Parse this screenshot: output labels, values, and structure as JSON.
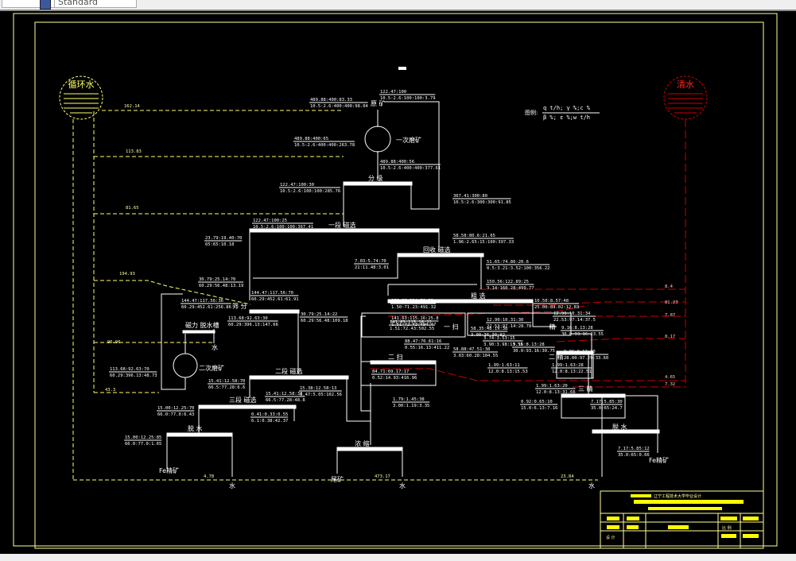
{
  "toolbar": {
    "style_combo": "Standard"
  },
  "drawing": {
    "title_mark": "",
    "colors": {
      "background": "#000000",
      "frame": "#ffff99",
      "process": "#ffffff",
      "circulating_water": "#ffff66",
      "clean_water": "#cc0000",
      "title_block_fill": "#ffff00"
    },
    "water_sources": {
      "circulating": "循环水",
      "clean": "清水"
    },
    "legend": {
      "label": "图例:",
      "top": "q  t/h; γ  %;c  %",
      "bottom": "β  %; ε  %;w t/h"
    },
    "nodes": {
      "raw_ore": "原 矿",
      "primary_grinding": "一次磨矿",
      "classification": "分  级",
      "stage1_mag": "一段   磁选",
      "recovery_mag": "回收   磁选",
      "rough": "粗   选",
      "sieve": "筛     分",
      "mag_dewater": "磁力  脱水槽",
      "water_1": "水",
      "secondary_grinding": "二次磨矿",
      "stage2_mag": "二段      磁选",
      "stage3_mag": "三段   磁选",
      "dewater_left": "脱    水",
      "fe_conc_left": "Fe精矿",
      "concentrate": "浓    缩",
      "tailings": "尾矿",
      "sweep1": "一   扫",
      "sweep2": "二   扫",
      "clean1": "一   精",
      "clean2": "二   精",
      "clean3": "三   精",
      "dewater_right": "脱    水",
      "fe_conc_right": "Fe精矿",
      "water_out": "水"
    },
    "flows": [
      {
        "id": "raw_top",
        "l1": "122.47:100",
        "l2": "10.5:2.6:100:100:3.79"
      },
      {
        "id": "mill1_in",
        "l1": "489.88:400:83.33",
        "l2": "10.5:2.6:400:400:98.04"
      },
      {
        "id": "mill1_feed",
        "l1": "489.88:400:65",
        "l2": "10.5:2.6:400:400:263.78"
      },
      {
        "id": "mill1_out",
        "l1": "489.88:400:56",
        "l2": "10.5:2.6:400:400:377.61"
      },
      {
        "id": "class_over",
        "l1": "122.47:100:30",
        "l2": "10.5:2.6:100:100:285.76"
      },
      {
        "id": "class_under",
        "l1": "367.41:300:80",
        "l2": "10.5:2.6:300:300:91.85"
      },
      {
        "id": "stage1_feed",
        "l1": "122.47:100:25",
        "l2": "10.5:2.6:100:100:367.41"
      },
      {
        "id": "stage1_tail",
        "l1": "58.58:80.6:21.65",
        "l2": "1.96:2.65:15:100:397.33"
      },
      {
        "id": "stage1_conc",
        "l1": "23.79:19.40:70",
        "l2": "65:65:10.18"
      },
      {
        "id": "rec_conc",
        "l1": "7.03:5.74:70",
        "l2": "21:11.48:3.01"
      },
      {
        "id": "rec_tail",
        "l1": "51.65:74.86:20.6",
        "l2": "0.5:3.21:3.52:100:356.22"
      },
      {
        "id": "rough_feed",
        "l1": "150.56:122.89:25",
        "l2": "3.14:160.28:499.77"
      },
      {
        "id": "rough_feed2",
        "l1": "160.06:114.38:22",
        "l2": "1.50:71.23:491.32"
      },
      {
        "id": "rough_tail",
        "l1": "141.63:115.16:25.8",
        "l2": "1.51:72.43:494.47"
      },
      {
        "id": "sweep1_feed",
        "l1": "141.63:115.16:22",
        "l2": "1.51:72.43:502.55"
      },
      {
        "id": "sweep1_conc",
        "l1": "88.47:70.61:16",
        "l2": "0.55:16.13:411.22"
      },
      {
        "id": "sweep1_tail",
        "l1": "58.35:48.19:38",
        "l2": "3.00:36.30:92"
      },
      {
        "id": "sweep2_mid",
        "l1": "58.88:47.51:38",
        "l2": "3.03:60.28:104.55"
      },
      {
        "id": "sweep2_feed",
        "l1": "84.71:69.17:17",
        "l2": "0.52:14.93:416.96"
      },
      {
        "id": "sweep2_out",
        "l1": "1.79:1.45:38",
        "l2": "3.00:1.19:3.35"
      },
      {
        "id": "rough_conc",
        "l1": "12.90:10.31:30",
        "l2": "22.53:97.14:28.78"
      },
      {
        "id": "clean1_in",
        "l1": "10.50:8.57:48",
        "l2": "25.00:89.02:12.83"
      },
      {
        "id": "clean1_feed",
        "l1": "12.90:10.31:34",
        "l2": "22.53:97.14:37.5"
      },
      {
        "id": "clean1_tail",
        "l1": "3.74:3.53:15",
        "l2": "3.90:3.98:13.55"
      },
      {
        "id": "clean1_conc",
        "l1": "9.16:8.13:28",
        "l2": "30.0:93.16:23.55"
      },
      {
        "id": "clean1_conc2",
        "l1": "9.16:8.13:28",
        "l2": "30.0:93.16:30.75"
      },
      {
        "id": "clean2_feed",
        "l1": "9.96:8.13:30",
        "l2": "28.00:97.29:33.60"
      },
      {
        "id": "clean2_tail",
        "l1": "1.99:1.63:11",
        "l2": "12.0:8.13:15.53"
      },
      {
        "id": "clean2_tail2",
        "l1": "1.99:1.63:28",
        "l2": "12.0:8.13:22.51"
      },
      {
        "id": "clean3_feed",
        "l1": "1.99:1.63:20",
        "l2": "12.0:8.13:31.66"
      },
      {
        "id": "clean3_tail",
        "l1": "0.92:0.65:10",
        "l2": "15.0:6.13:7.16"
      },
      {
        "id": "clean3_conc",
        "l1": "7.17:5.85:30",
        "l2": "35.0:65:24.7"
      },
      {
        "id": "fe_right",
        "l1": "7.17:5.85:12",
        "l2": "35.0:65:0.66"
      },
      {
        "id": "sieve_under",
        "l1": "144.47:117.56:70",
        "l2": "60.29:452.61:61.91"
      },
      {
        "id": "sieve_over",
        "l1": "144.47:117.56:36",
        "l2": "60.29:452.61:256.86"
      },
      {
        "id": "sieve_fine",
        "l1": "30.79:25.14:70",
        "l2": "60.29:56.48:13.19"
      },
      {
        "id": "maggroove_conc",
        "l1": "113.68:92.63:30",
        "l2": "60.29:396.13:147.66"
      },
      {
        "id": "stage2_feed",
        "l1": "30.79:25.14:22",
        "l2": "60.29:56.48:109.18"
      },
      {
        "id": "mill2_feed",
        "l1": "113.68:92.63:70",
        "l2": "60.29:396.13:48.73"
      },
      {
        "id": "stage2_conc",
        "l1": "15.41:12.58:70",
        "l2": "66.5:77.28:6.6"
      },
      {
        "id": "stage2_tail",
        "l1": "15.38:12.58:13",
        "l2": "6.47:5.05:102.56"
      },
      {
        "id": "stage3_feed",
        "l1": "15.41:12.58:33",
        "l2": "66.5:77.28:48.8"
      },
      {
        "id": "stage3_conc",
        "l1": "15.00:12.25:70",
        "l2": "66.0:77.0:6.43"
      },
      {
        "id": "stage3_tail",
        "l1": "0.41:0.33:0.55",
        "l2": "6.1:0.38:42.37"
      },
      {
        "id": "fe_left",
        "l1": "15.00:12.25:85",
        "l2": "66.0:77.0:1.65"
      }
    ],
    "water_values": {
      "w1": "162.14",
      "w2": "113.83",
      "w3": "81.65",
      "w4": "194.93",
      "w5": "96.96",
      "w6": "43.3",
      "w7": "4.78",
      "w8": "473.17",
      "w9": "23.84",
      "r1": "8.4",
      "r2": "81.23",
      "r3": "7.87",
      "r4": "8.17",
      "r5": "4.65",
      "r6": "7.32"
    },
    "title_block": {
      "header": "辽宁工程技术大学毕业设计",
      "scale_label": "比 例",
      "drawn_label": "设 计"
    }
  }
}
